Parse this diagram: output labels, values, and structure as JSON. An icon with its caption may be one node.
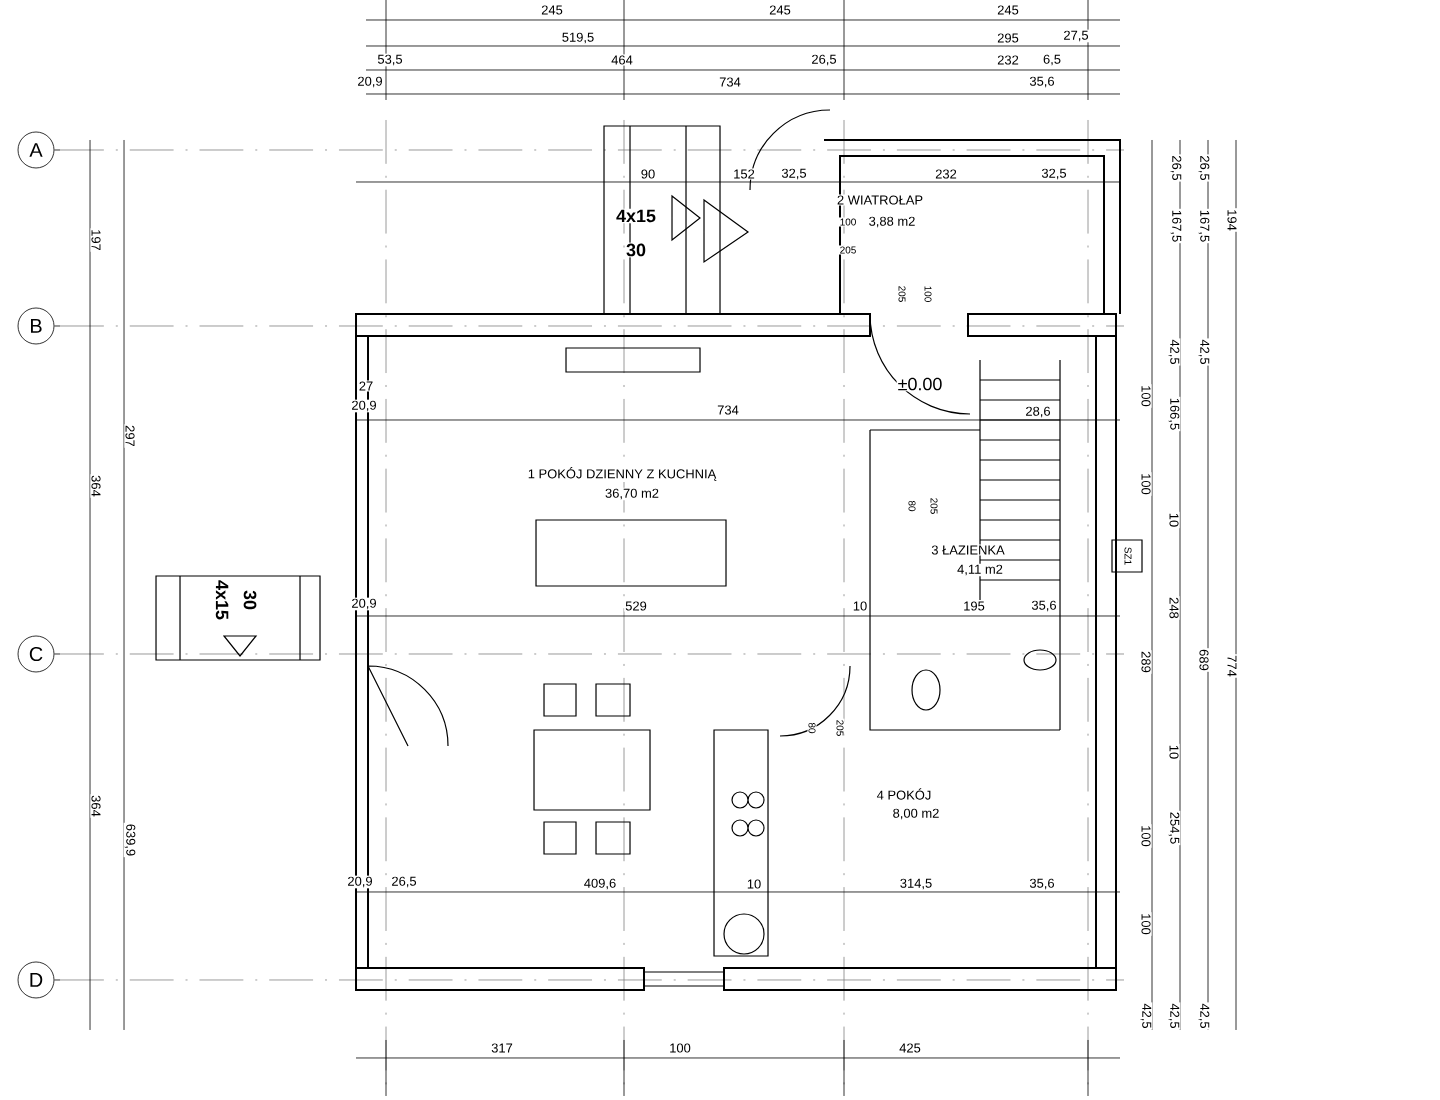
{
  "diagram": {
    "nodes": [
      {
        "text": [
          "A"
        ]
      },
      {
        "text": [
          "B"
        ]
      },
      {
        "text": [
          "C"
        ]
      },
      {
        "text": [
          "D"
        ]
      }
    ],
    "labels": [
      "245",
      "245",
      "245",
      "519,5",
      "295",
      "27,5",
      "53,5",
      "464",
      "26,5",
      "232",
      "6,5",
      "20,9",
      "734",
      "35,6",
      "197",
      "297",
      "364",
      "364",
      "639,9",
      "90",
      "152",
      "32,5",
      "232",
      "32,5",
      "4x15",
      "30",
      "2 WIATROŁAP",
      "3,88 m2",
      "100",
      "205",
      "205",
      "100",
      "27",
      "±0.00",
      "20,9",
      "734",
      "28,6",
      "1 POKÓJ DZIENNY Z KUCHNIĄ",
      "36,70 m2",
      "80",
      "205",
      "3 ŁAZIENKA",
      "4,11 m2",
      "SZ1",
      "4x15",
      "30",
      "20,9",
      "529",
      "10",
      "195",
      "35,6",
      "80",
      "205",
      "4 POKÓJ",
      "8,00 m2",
      "20,9",
      "26,5",
      "409,6",
      "10",
      "314,5",
      "35,6",
      "317",
      "100",
      "425",
      "26,5",
      "167,5",
      "26,5",
      "167,5",
      "194",
      "100",
      "42,5",
      "166,5",
      "42,5",
      "100",
      "10",
      "248",
      "289",
      "689",
      "774",
      "10",
      "100",
      "254,5",
      "100",
      "42,5",
      "42,5",
      "42,5"
    ]
  }
}
